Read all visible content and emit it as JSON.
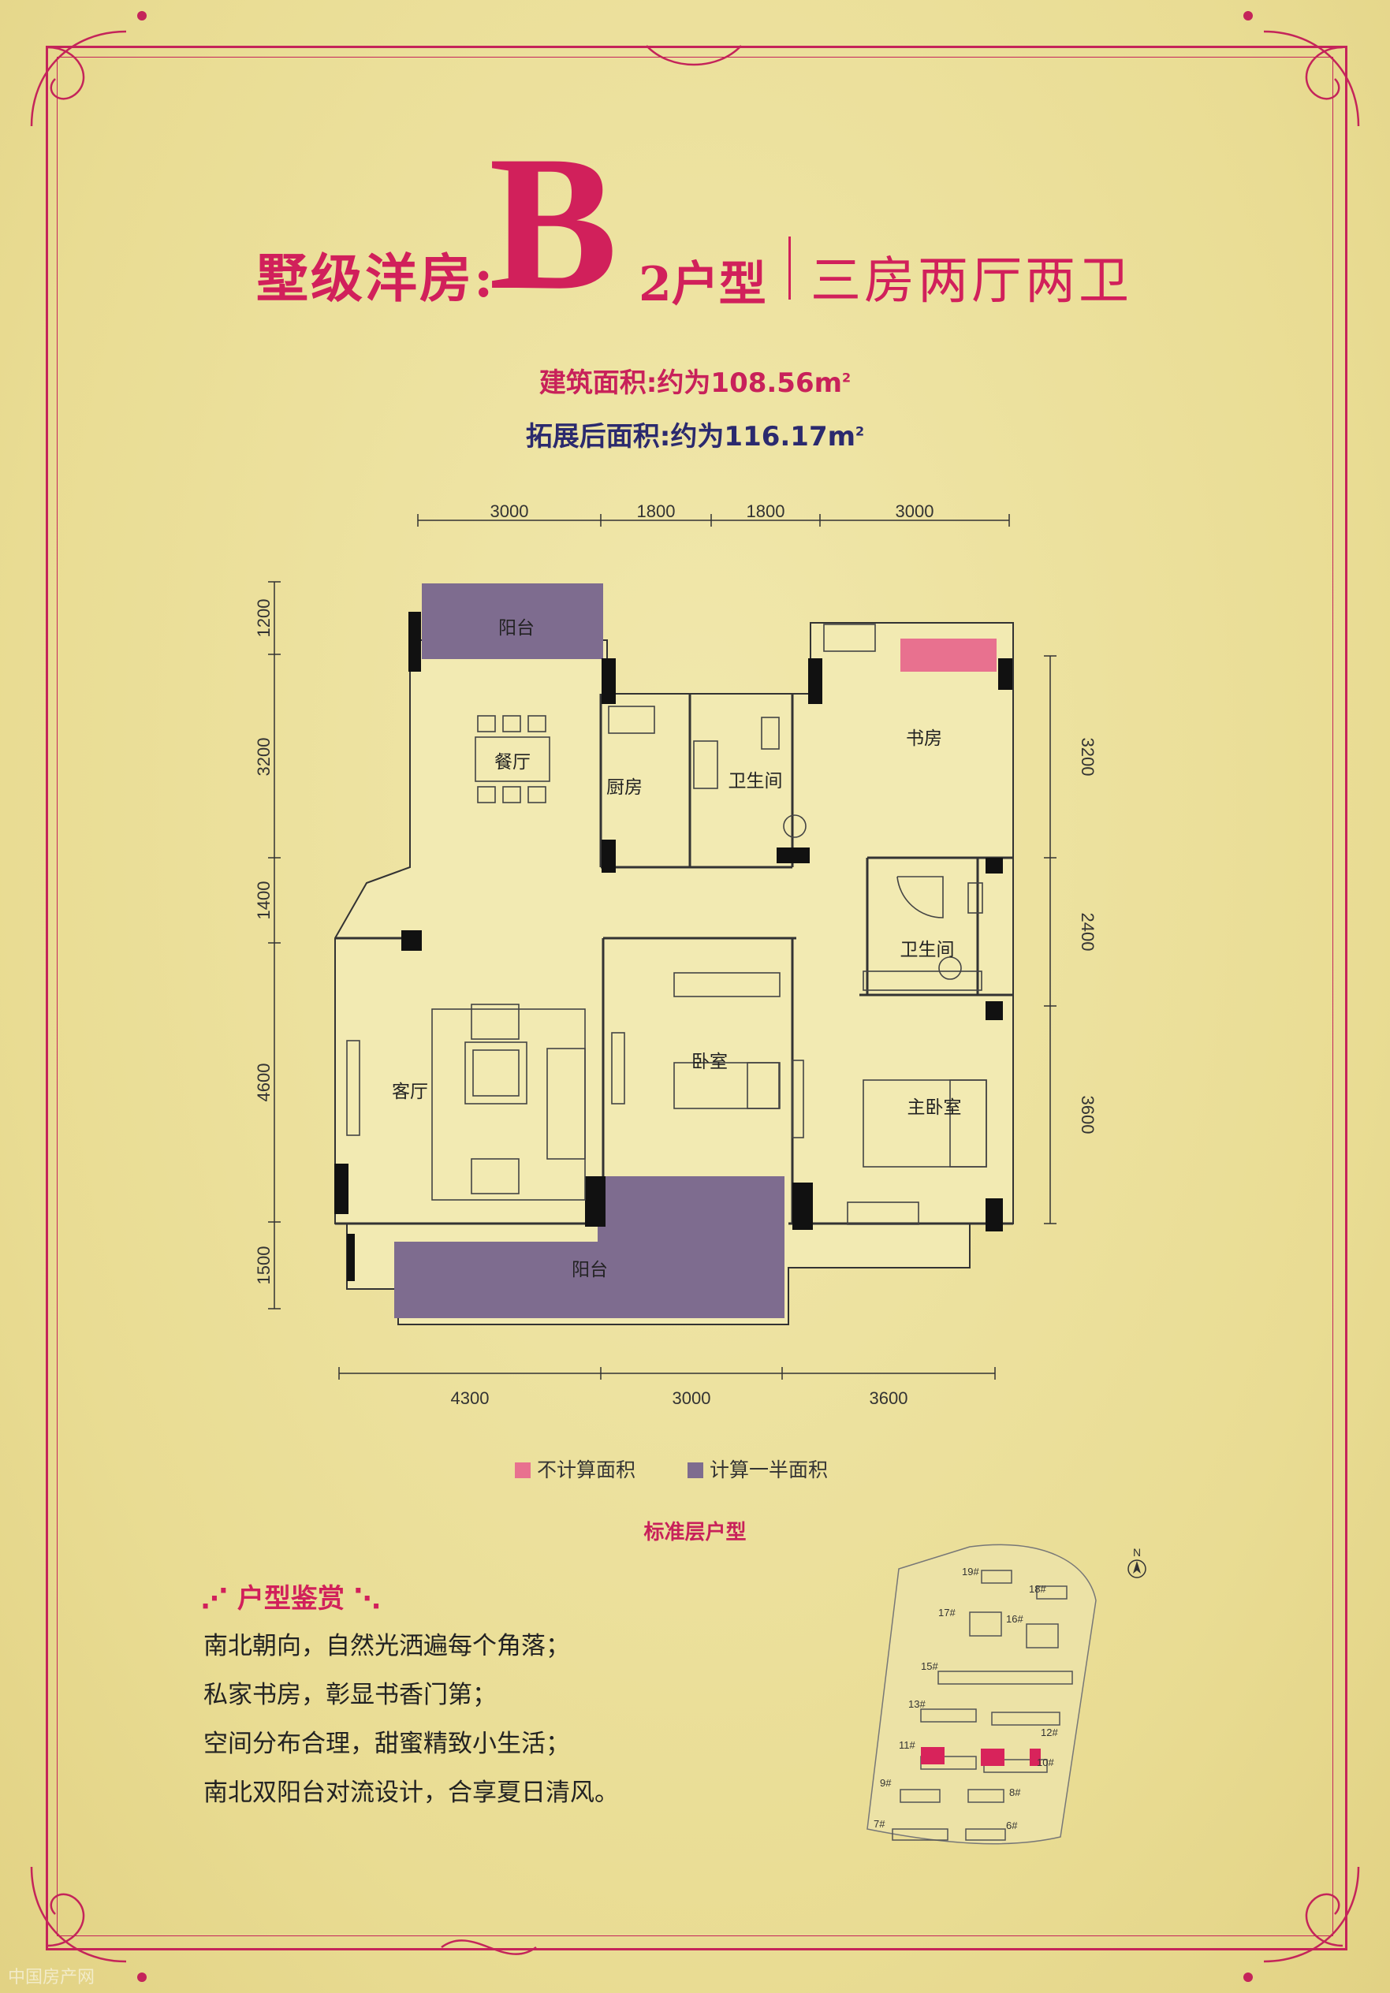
{
  "header": {
    "title_left": "墅级洋房:",
    "title_letter": "B",
    "title_unit": "2户型",
    "title_right": "三房两厅两卫"
  },
  "areas": {
    "building_area": "建筑面积:约为108.56m",
    "extended_area": "拓展后面积:约为116.17m",
    "sup": "2"
  },
  "dimensions": {
    "top": [
      "3000",
      "1800",
      "1800",
      "3000"
    ],
    "bottom": [
      "4300",
      "3000",
      "3600"
    ],
    "left": [
      "1200",
      "3200",
      "1400",
      "4600",
      "1500"
    ],
    "right": [
      "3200",
      "2400",
      "3600"
    ]
  },
  "rooms": {
    "balcony_north": "阳台",
    "dining": "餐厅",
    "kitchen": "厨房",
    "bathroom_1": "卫生间",
    "study": "书房",
    "bathroom_2": "卫生间",
    "living": "客厅",
    "bedroom": "卧室",
    "master_bedroom": "主卧室",
    "balcony_south": "阳台"
  },
  "legend": {
    "not_counted": "不计算面积",
    "half_counted": "计算一半面积"
  },
  "colors": {
    "accent": "#d1205b",
    "half_area": "#7e6c8f",
    "not_counted_area": "#e8718f",
    "wall": "#111111",
    "plan_fill": "#f2eab2"
  },
  "caption": "标准层户型",
  "features": {
    "title": "户型鉴赏",
    "lines": [
      "南北朝向，自然光洒遍每个角落；",
      "私家书房，彰显书香门第；",
      "空间分布合理，甜蜜精致小生活；",
      "南北双阳台对流设计，合享夏日清风。"
    ]
  },
  "site_plan": {
    "north": "N",
    "buildings": [
      "19#",
      "18#",
      "17#",
      "16#",
      "15#",
      "13#",
      "12#",
      "11#",
      "10#",
      "9#",
      "8#",
      "7#",
      "6#"
    ]
  },
  "watermark": "中国房产网"
}
